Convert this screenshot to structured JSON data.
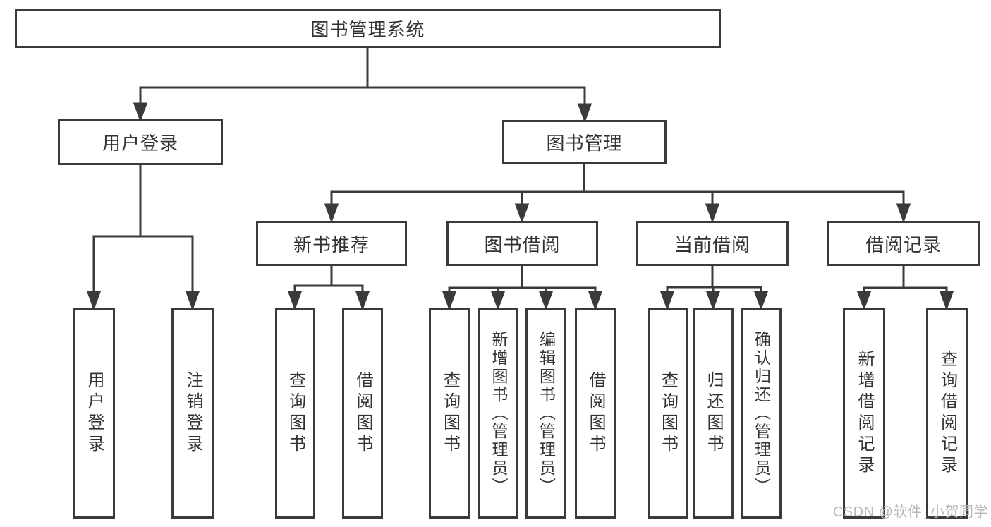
{
  "tree": {
    "label": "图书管理系统",
    "children": [
      {
        "label": "用户登录",
        "children": [
          {
            "label": "用户登录"
          },
          {
            "label": "注销登录"
          }
        ]
      },
      {
        "label": "图书管理",
        "children": [
          {
            "label": "新书推荐",
            "children": [
              {
                "label": "查询图书"
              },
              {
                "label": "借阅图书"
              }
            ]
          },
          {
            "label": "图书借阅",
            "children": [
              {
                "label": "查询图书"
              },
              {
                "label": "新增图书（管理员）"
              },
              {
                "label": "编辑图书（管理员）"
              },
              {
                "label": "借阅图书"
              }
            ]
          },
          {
            "label": "当前借阅",
            "children": [
              {
                "label": "查询图书"
              },
              {
                "label": "归还图书"
              },
              {
                "label": "确认归还（管理员）"
              }
            ]
          },
          {
            "label": "借阅记录",
            "children": [
              {
                "label": "新增借阅记录"
              },
              {
                "label": "查询借阅记录"
              }
            ]
          }
        ]
      }
    ]
  },
  "watermark": "CSDN @软件_小贺同学",
  "colors": {
    "line": "#3a3a3a",
    "text": "#333333",
    "watermark": "#b9b9b9",
    "background": "#ffffff"
  }
}
